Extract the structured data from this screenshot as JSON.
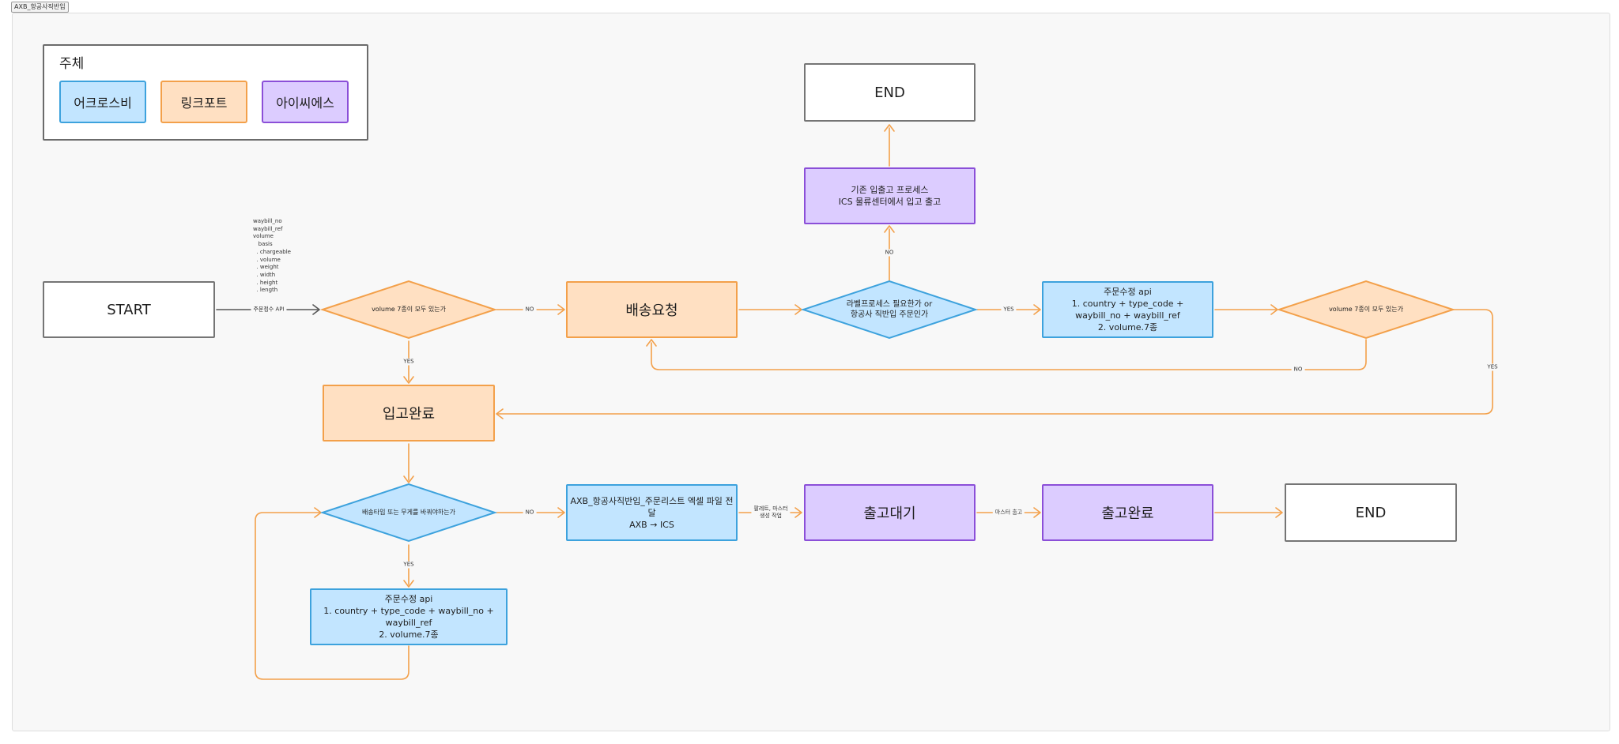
{
  "frame_title": "AXB_항공사직반입",
  "legend": {
    "title": "주체",
    "items": [
      "어크로스비",
      "링크포트",
      "아이씨에스"
    ]
  },
  "colors": {
    "acrossb": "#c2e5ff",
    "linkport": "#ffe0c2",
    "ics": "#dcccff",
    "connector": "#f3a04a"
  },
  "nodes": {
    "start": "START",
    "end_top": "END",
    "end_bottom": "END",
    "diamond_volume_check": "volume 7종이 모두 있는가",
    "delivery_request": "배송요청",
    "diamond_label_process": [
      "라벨프로세스 필요한가 or",
      "항공사 직반입 주문인가"
    ],
    "existing_process": [
      "기존 입출고 프로세스",
      "ICS 물류센터에서 입고 출고"
    ],
    "order_update_api_top": [
      "주문수정 api",
      "1. country + type_code +",
      "waybill_no + waybill_ref",
      "2. volume.7종"
    ],
    "diamond_volume_check_2": "volume 7종이 모두 있는가",
    "inbound_complete": "입고완료",
    "diamond_weight_check": "배송타입 또는 무게를 바꿔야하는가",
    "order_update_api_bottom": [
      "주문수정 api",
      "1. country + type_code + waybill_no + waybill_ref",
      "2. volume.7종"
    ],
    "excel_transfer": [
      "AXB_항공사직반입_주문리스트 엑셀 파일 전달",
      "AXB → ICS"
    ],
    "outbound_waiting": "출고대기",
    "outbound_complete": "출고완료"
  },
  "edge_labels": {
    "order_api": "주문접수 API",
    "no_1": "NO",
    "yes_1": "YES",
    "yes_label": "YES",
    "no_label": "NO",
    "no_volume": "NO",
    "yes_volume": "YES",
    "no_weight": "NO",
    "yes_weight": "YES",
    "pallet": [
      "팔레트, 마스터",
      "생성 작업"
    ],
    "master_outbound": "마스터 출고"
  },
  "api_fields": [
    "waybill_no",
    "waybill_ref",
    "volume",
    "   basis",
    "  . chargeable",
    "  . volume",
    "  . weight",
    "  . width",
    "  . height",
    "  . length"
  ]
}
